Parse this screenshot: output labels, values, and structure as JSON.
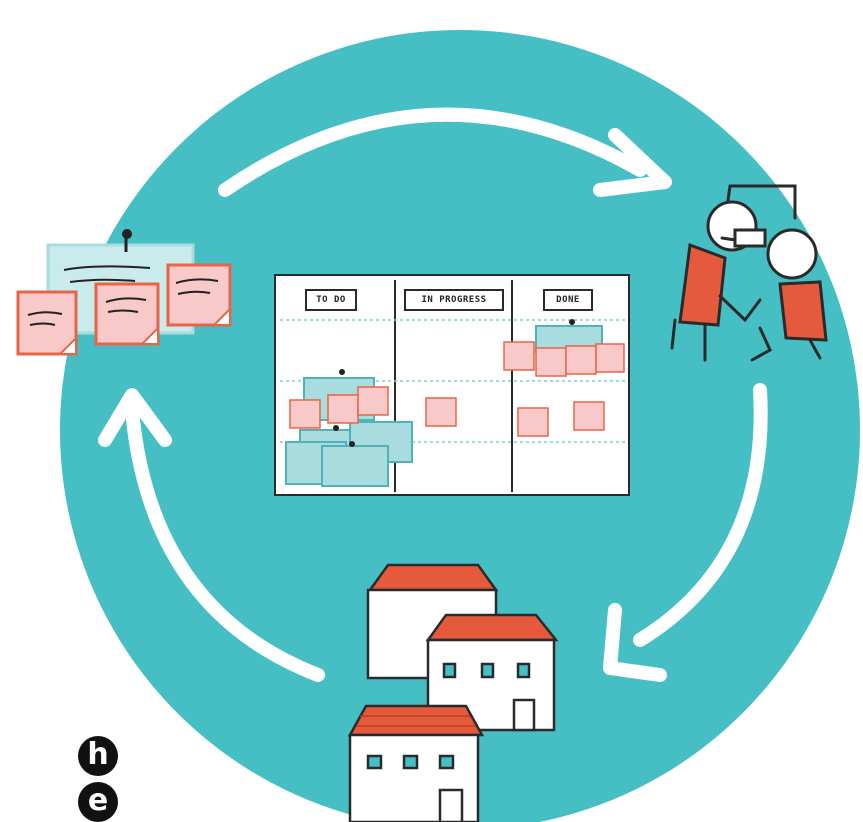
{
  "colors": {
    "circle": "#45bfc4",
    "arrow": "#ffffff",
    "sticky": "#f7c9c9",
    "sticky_border": "#e86448",
    "card": "#a9dcdf",
    "card_border": "#4fb3b9",
    "roof": "#e55a3c",
    "ink": "#2a2a2a"
  },
  "board": {
    "columns": [
      {
        "label": "TO DO"
      },
      {
        "label": "IN PROGRESS"
      },
      {
        "label": "DONE"
      }
    ]
  },
  "logo": {
    "top": "h",
    "bottom": "e"
  },
  "icons": [
    "notes-icon",
    "team-meeting-icon",
    "buildings-icon",
    "cycle-arrow-icon",
    "logo-icon"
  ]
}
